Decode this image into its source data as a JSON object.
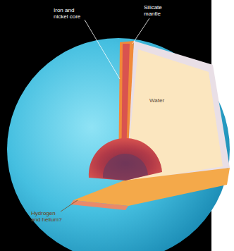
{
  "diagram": {
    "labels": [
      "Iron and nickel core",
      "Silicate mantle",
      "Water",
      "Hydrogen and helium?"
    ]
  }
}
